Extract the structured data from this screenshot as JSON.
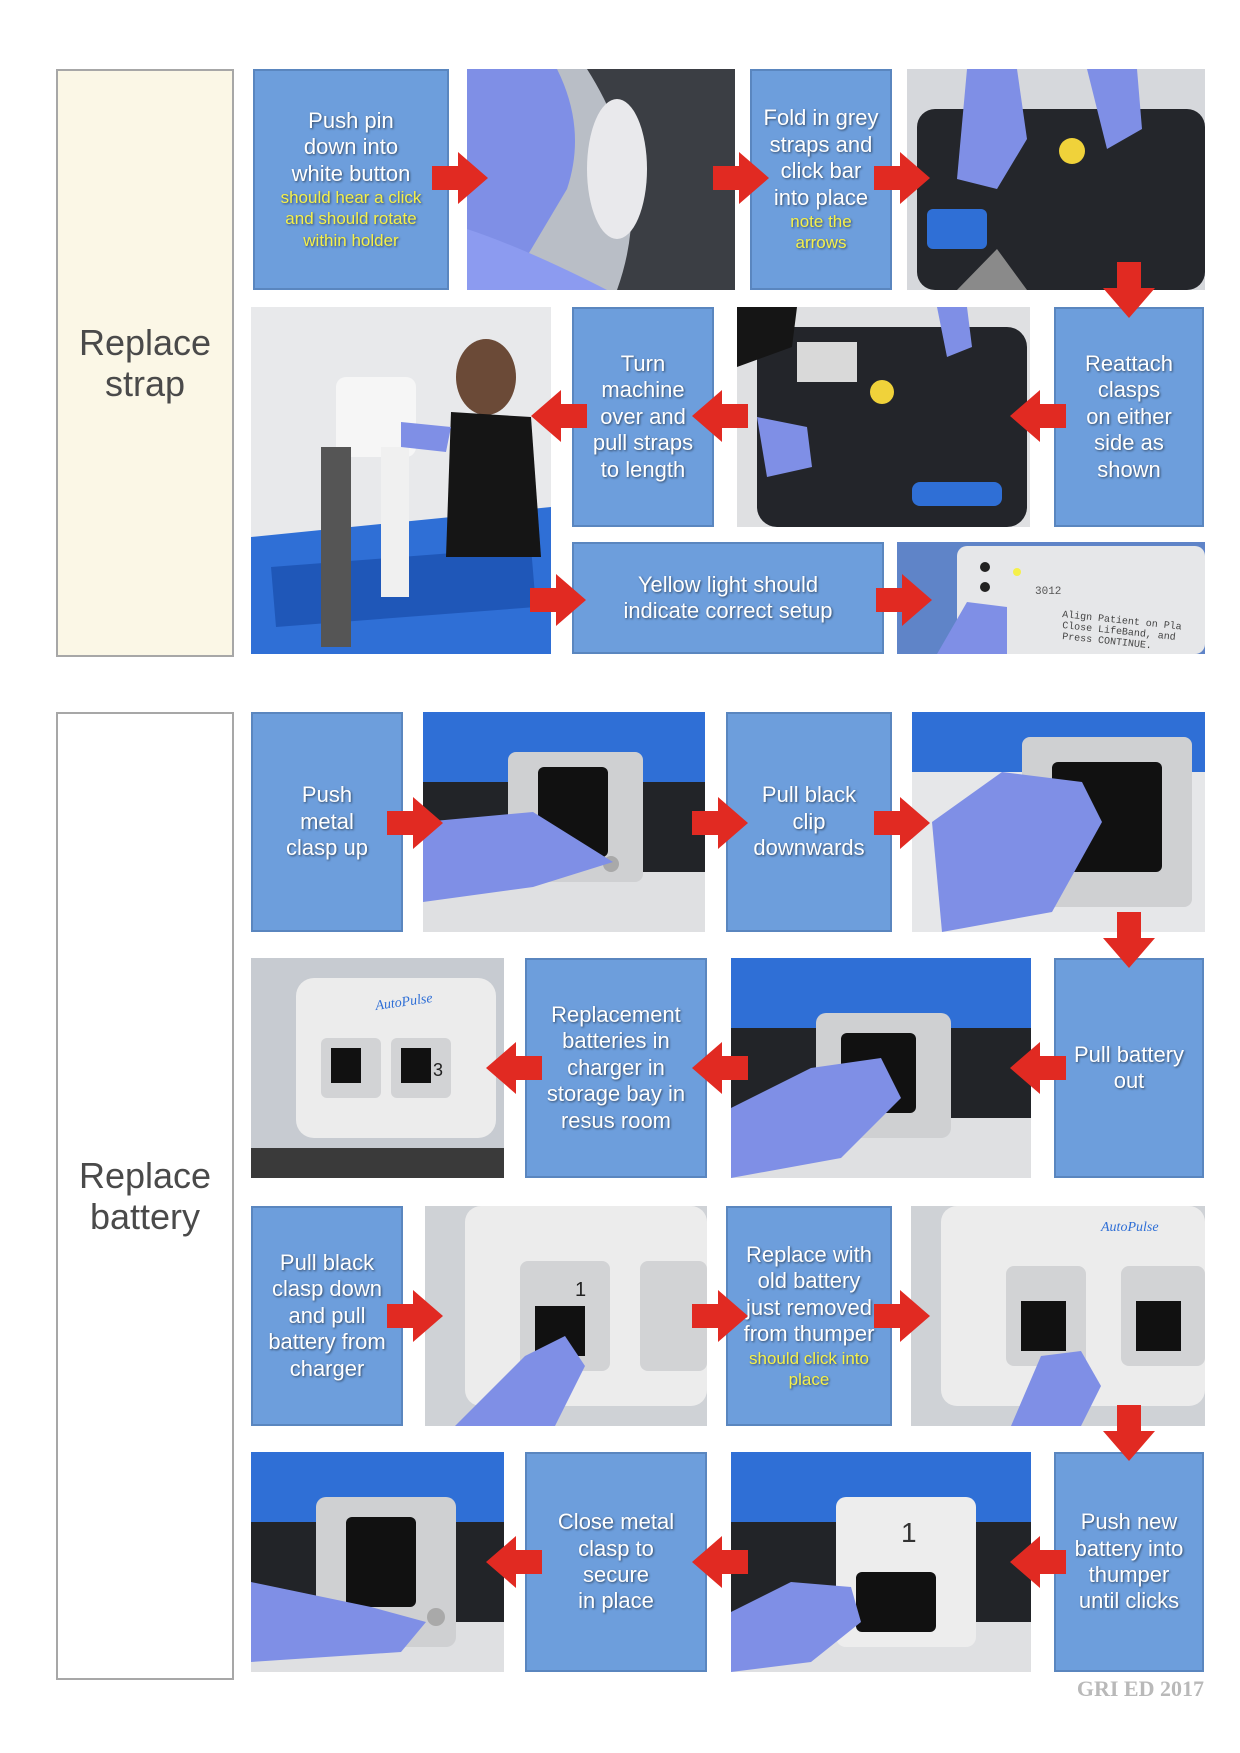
{
  "sections": [
    {
      "label_line1": "Replace",
      "label_line2": "strap",
      "background": "#fbf7e6"
    },
    {
      "label_line1": "Replace",
      "label_line2": "battery",
      "background": "#ffffff"
    }
  ],
  "strap_steps": {
    "push_pin": {
      "lines": [
        "Push pin",
        "down into",
        "white button"
      ],
      "notes": [
        "should hear a click",
        "and should rotate",
        "within holder"
      ]
    },
    "fold_in": {
      "lines": [
        "Fold in grey",
        "straps and",
        "click bar",
        "into place"
      ],
      "notes": [
        "note the",
        "arrows"
      ]
    },
    "reattach": {
      "lines": [
        "Reattach",
        "clasps",
        "on either",
        "side as",
        "shown"
      ]
    },
    "turn_machine": {
      "lines": [
        "Turn",
        "machine",
        "over and",
        "pull straps",
        "to length"
      ]
    },
    "yellow_light": {
      "lines": [
        "Yellow light should",
        "indicate correct setup"
      ]
    }
  },
  "battery_steps": {
    "push_metal": {
      "lines": [
        "Push",
        "metal",
        "clasp up"
      ]
    },
    "pull_black_clip": {
      "lines": [
        "Pull black",
        "clip",
        "downwards"
      ]
    },
    "pull_battery_out": {
      "lines": [
        "Pull battery",
        "out"
      ]
    },
    "replacement": {
      "lines": [
        "Replacement",
        "batteries in",
        "charger in",
        "storage bay in",
        "resus room"
      ]
    },
    "pull_black_clasp": {
      "lines": [
        "Pull black",
        "clasp down",
        "and pull",
        "battery from",
        "charger"
      ]
    },
    "replace_with_old": {
      "lines": [
        "Replace with",
        "old battery",
        "just removed",
        "from thumper"
      ],
      "notes": [
        "should click into",
        "place"
      ]
    },
    "push_new": {
      "lines": [
        "Push new",
        "battery into",
        "thumper",
        "until clicks"
      ]
    },
    "close_metal": {
      "lines": [
        "Close metal",
        "clasp to",
        "secure",
        "in place"
      ]
    }
  },
  "photo_text": {
    "autopulse_brand": "AutoPulse",
    "display_lines": [
      "Align Patient on Pla",
      "Close LifeBand, and",
      "Press CONTINUE."
    ],
    "battery_number_1": "1",
    "battery_number_3": "3",
    "display_code": "3012"
  },
  "colors": {
    "step_box": "#6d9edc",
    "step_text": "#ffffff",
    "note_text": "#f5f04a",
    "arrow": "#e12a22",
    "device_blue": "#2f6fd6",
    "glove": "#7f8fe6"
  },
  "footer": "GRI ED 2017"
}
